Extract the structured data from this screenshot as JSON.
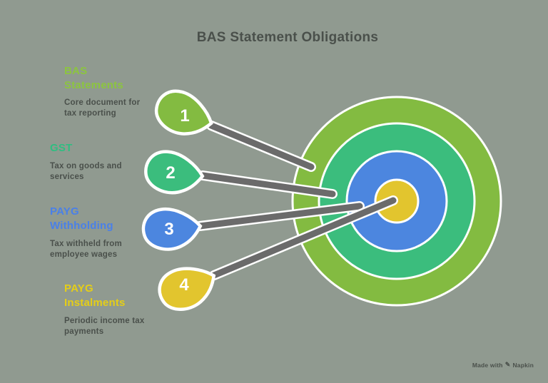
{
  "title": "BAS Statement Obligations",
  "colors": {
    "background": "#909A90",
    "text_dark": "#4A504B",
    "connector": "#6B6B6B",
    "number_text": "#FFFFFF"
  },
  "items": [
    {
      "number": "1",
      "heading": "BAS\nStatements",
      "heading_color": "#8CC53F",
      "description": "Core document for\ntax reporting",
      "color": "#83BB41"
    },
    {
      "number": "2",
      "heading": "GST",
      "heading_color": "#2FBE81",
      "description": "Tax on goods and\nservices",
      "color": "#3BBD7D"
    },
    {
      "number": "3",
      "heading": "PAYG\nWithholding",
      "heading_color": "#4A80E8",
      "description": "Tax withheld from\nemployee wages",
      "color": "#4C86DF"
    },
    {
      "number": "4",
      "heading": "PAYG\nInstalments",
      "heading_color": "#E5CE17",
      "description": "Periodic income tax\npayments",
      "color": "#E2C52E"
    }
  ],
  "target": {
    "rings": [
      {
        "name": "outer-ring",
        "color": "#83BB41"
      },
      {
        "name": "second-ring",
        "color": "#3BBD7D"
      },
      {
        "name": "third-ring",
        "color": "#4C86DF"
      },
      {
        "name": "bullseye",
        "color": "#E2C52E"
      }
    ]
  },
  "watermark": {
    "label": "Made with",
    "brand": "Napkin",
    "icon": "pen-icon"
  }
}
